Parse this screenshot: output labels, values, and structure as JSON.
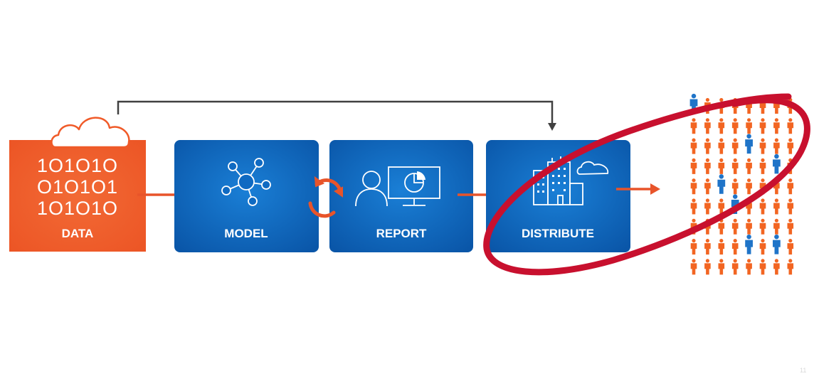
{
  "steps": {
    "data": {
      "label": "DATA",
      "binary": [
        "1O1O1O",
        "O1O1O1",
        "1O1O1O"
      ]
    },
    "model": {
      "label": "MODEL"
    },
    "report": {
      "label": "REPORT"
    },
    "distribute": {
      "label": "DISTRIBUTE"
    }
  },
  "page_number": "11",
  "colors": {
    "data_orange": "#f05a28",
    "step_blue": "#0a5fb4",
    "arrow_orange": "#e8542a",
    "connector_gray": "#404040",
    "highlight_red": "#c8102e",
    "person_orange": "#f26522",
    "person_blue": "#1f74c8"
  },
  "icons": {
    "data": "cloud-icon",
    "model": "network-hub-icon",
    "report": "user-with-monitor-chart-icon",
    "distribute": "buildings-with-cloud-icon",
    "audience": "person-icon",
    "refresh": "refresh-cycle-icon"
  },
  "audience": {
    "blue_people": [
      [
        0,
        0
      ],
      [
        4,
        2
      ],
      [
        6,
        3
      ],
      [
        2,
        4
      ],
      [
        3,
        5
      ],
      [
        4,
        7
      ],
      [
        6,
        7
      ]
    ]
  }
}
